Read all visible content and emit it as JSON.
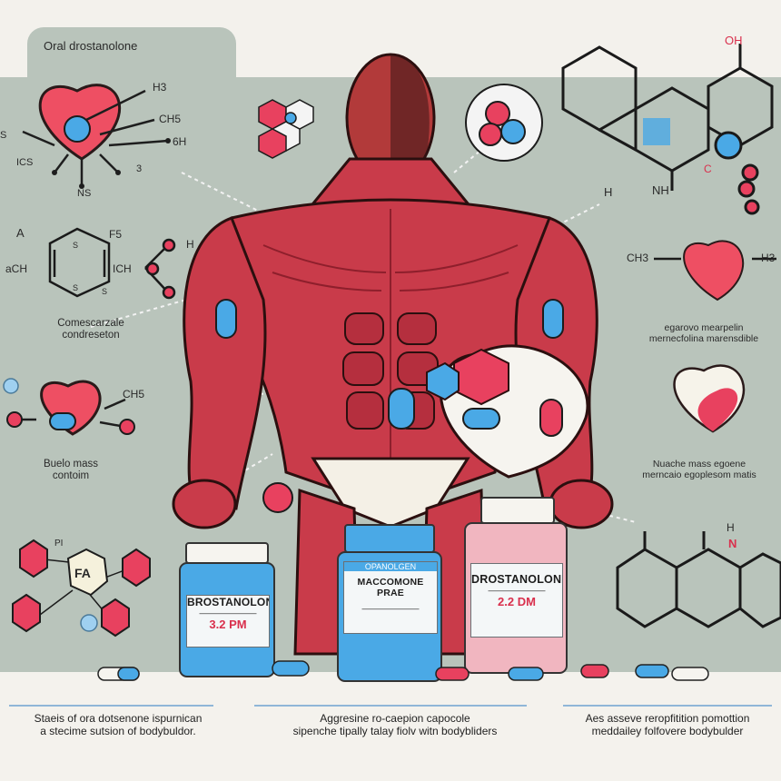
{
  "header": {
    "title": "Oral drostanolone"
  },
  "left_labels": [
    "Comescarzale\ncondreseton",
    "Buelo mass\ncontoim"
  ],
  "right_labels": [
    "egarovo mearpelin\nmernecfolina marensdible",
    "Nuache mass egoene\nmerncaio egoplesom matis"
  ],
  "bottles": [
    {
      "brand": "BROSTANOLONE",
      "sub": "———————",
      "dose": "3.2 PM"
    },
    {
      "brand": "OPANOLGEN",
      "name": "MACCOMONE PRAE",
      "sub": "———————"
    },
    {
      "brand": "DROSTANOLONE",
      "sub": "———————",
      "dose": "2.2 DM"
    }
  ],
  "captions": [
    "Staeis of ora dotsenone ispurnican\na stecime sutsion of bodybuldor.",
    "Aggresine ro-caepion capocole\nsipenche tipally talay fiolv witn bodybliders",
    "Aes asseve reropfitition pomottion\nmeddailey folfovere bodybulder"
  ],
  "chem_labels": {
    "c1": "H3",
    "c2": "CH5",
    "c3": "6H",
    "c4": "ICS",
    "c5": "S",
    "c6": "NS",
    "c7": "3",
    "a1": "A",
    "a2": "F5",
    "a3": "aCH",
    "a4": "ICH",
    "a5": "H",
    "a6": "S",
    "a7": "S",
    "a8": "S",
    "o1": "OH",
    "o2": "H",
    "o3": "NH",
    "o4": "C",
    "m1": "CH3",
    "m2": "H3",
    "b1": "CH5",
    "fa": "FA",
    "pl": "PI",
    "n1": "H",
    "n2": "N"
  },
  "colors": {
    "panel": "#b9c4bb",
    "muscle": "#c93b4a",
    "muscle_dark": "#8e1f2c",
    "pink": "#e8415f",
    "blue": "#3fa0dd",
    "skin": "#b23a3a"
  }
}
